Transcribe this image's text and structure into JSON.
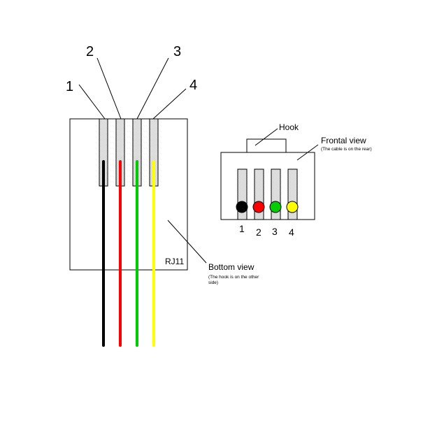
{
  "bottom_view": {
    "pin_numbers": [
      "1",
      "2",
      "3",
      "4"
    ],
    "connector_label": "RJ11",
    "title": "Bottom view",
    "note_line1": "(The hook is on the other",
    "note_line2": "side)"
  },
  "frontal_view": {
    "hook_label": "Hook",
    "title": "Frontal view",
    "note": "(The cable is on the rear)",
    "pin_numbers": [
      "1",
      "2",
      "3",
      "4"
    ]
  },
  "wires": [
    {
      "color": "#000000"
    },
    {
      "color": "#ff0000"
    },
    {
      "color": "#00cc00"
    },
    {
      "color": "#ffff00"
    }
  ],
  "colors": {
    "contact_fill": "#e4e4e4",
    "outline": "#000000",
    "background": "#ffffff"
  }
}
